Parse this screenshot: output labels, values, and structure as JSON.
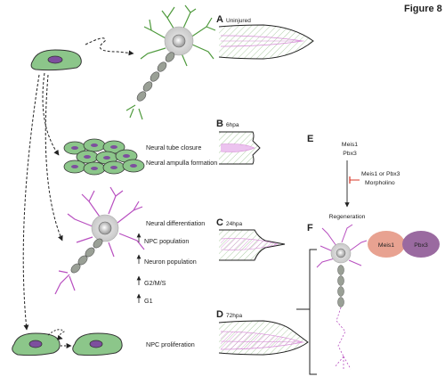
{
  "figure_title": "Figure 8",
  "panels": {
    "A": {
      "letter": "A",
      "label": "Uninjured"
    },
    "B": {
      "letter": "B",
      "label": "6hpa"
    },
    "C": {
      "letter": "C",
      "label": "24hpa"
    },
    "D": {
      "letter": "D",
      "label": "72hpa"
    },
    "E": {
      "letter": "E"
    },
    "F": {
      "letter": "F"
    }
  },
  "steps": {
    "tube_closure": "Neural tube closure",
    "ampulla": "Neural ampulla formation",
    "differentiation": "Neural differentiation",
    "npc_population": "NPC population",
    "neuron_population": "Neuron population",
    "g2ms": "G2/M/S",
    "g1": "G1",
    "proliferation": "NPC proliferation"
  },
  "pathway": {
    "top1": "Meis1",
    "top2": "Pbx3",
    "inhibitor1": "Meis1 or Pbx3",
    "inhibitor2": "Morpholino",
    "bottom": "Regeneration"
  },
  "proteins": {
    "meis1": "Meis1",
    "pbx3": "Pbx3"
  },
  "colors": {
    "cell_green": "#8cc68a",
    "neuron_magenta": "#b84fc0",
    "neuron_green": "#4f9a3d",
    "meis1_pink": "#e8a291",
    "pbx3_purple": "#9a6aa0",
    "inhibit_red": "#d9382a"
  }
}
